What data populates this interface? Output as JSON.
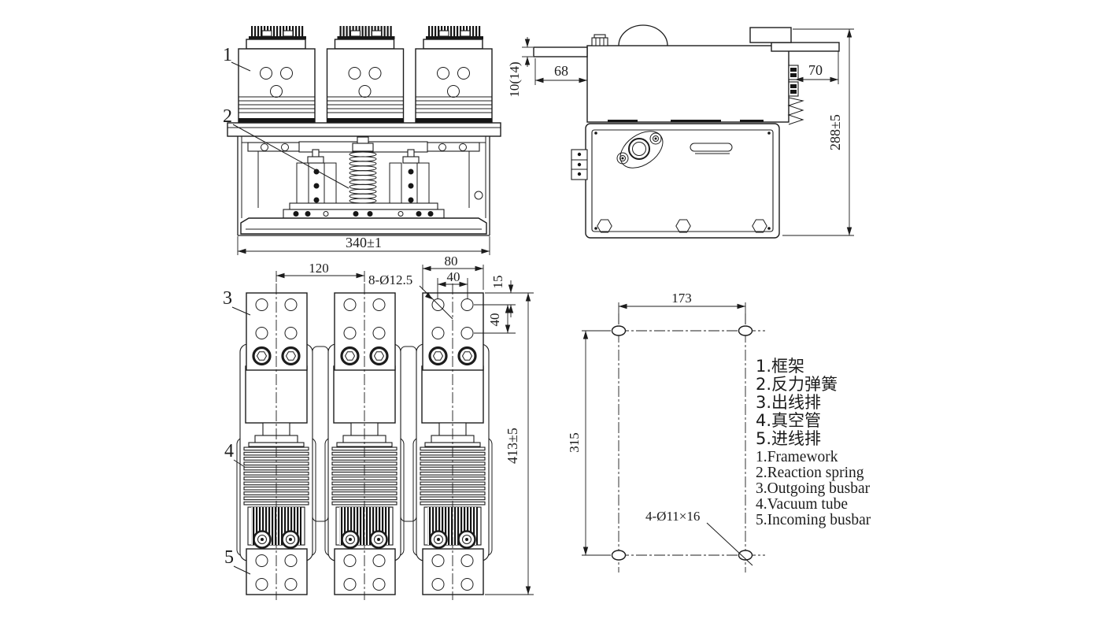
{
  "dims": {
    "front_width": "340±1",
    "rod_thickness": "10(14)",
    "rod_left_length": "68",
    "busbar_right_length": "70",
    "side_height": "288±5",
    "pole_pitch": "120",
    "hole_callout": "8-Ø12.5",
    "outgoing_busbar_width": "80",
    "hole_spacing_horizontal": "40",
    "hole_top_offset": "15",
    "hole_spacing_vertical": "40",
    "overall_height": "413±5",
    "mount_hole_pitch_width": "173",
    "mount_hole_pitch_height": "315",
    "mount_hole_callout": "4-Ø11×16"
  },
  "part_labels": {
    "framework": "1",
    "reaction_spring": "2",
    "outgoing_busbar": "3",
    "vacuum_tube": "4",
    "incoming_busbar": "5"
  },
  "legend": {
    "zh": [
      "1.框架",
      "2.反力弹簧",
      "3.出线排",
      "4.真空管",
      "5.进线排"
    ],
    "en": [
      "1.Framework",
      "2.Reaction spring",
      "3.Outgoing busbar",
      "4.Vacuum tube",
      "5.Incoming busbar"
    ]
  },
  "colors": {
    "line": "#1c1c1c",
    "background": "#ffffff"
  }
}
